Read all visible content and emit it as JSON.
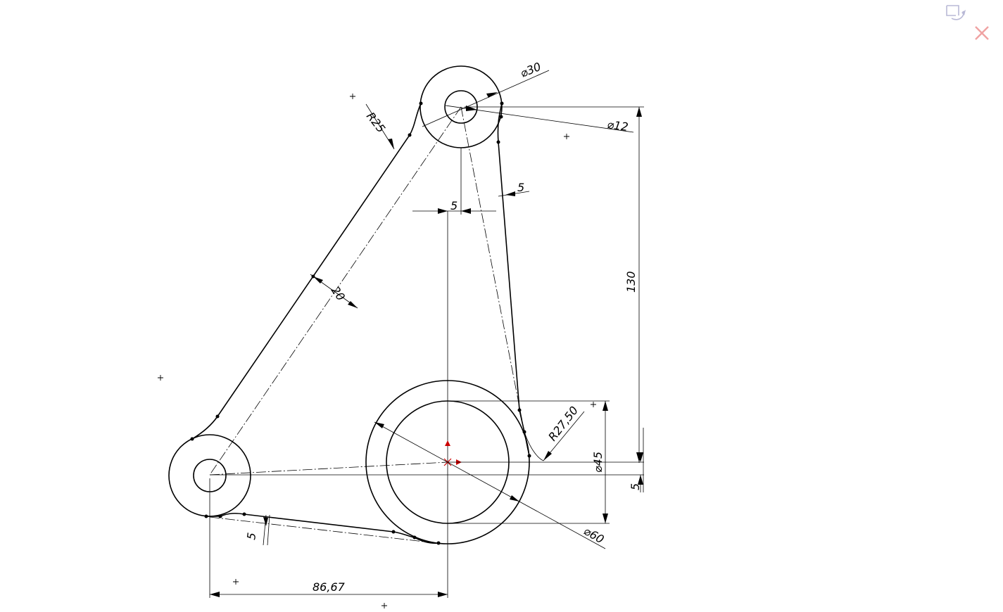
{
  "toolbar": {
    "confirm_icon": "confirm-corner-icon",
    "close_icon": "close-icon",
    "close_color": "#f0a3a3",
    "confirm_color": "#b9b9d6"
  },
  "dimensions": {
    "top_hole_dia": "30",
    "top_pin_dia": "12",
    "arc_radius_top": "R25",
    "arm_width": "20",
    "offset_left": "5",
    "offset_right": "5",
    "height": "130",
    "fillet_radius": "R27,50",
    "bore_dia": "45",
    "hub_dia": "60",
    "bottom_offset": "5",
    "lower_link_width": "5",
    "horizontal_distance": "86,67"
  },
  "colors": {
    "lines": "#000000",
    "origin": "#cc0000"
  }
}
